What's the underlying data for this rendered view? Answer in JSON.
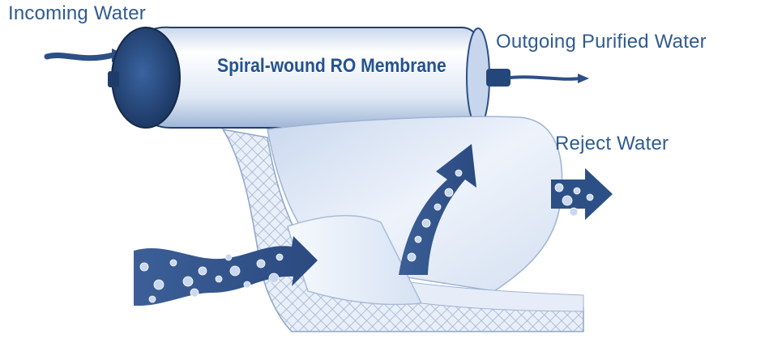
{
  "labels": {
    "incoming_water": "Incoming Water",
    "outgoing_purified_water": "Outgoing Purified Water",
    "reject_water": "Reject Water",
    "membrane": "Spiral-wound RO Membrane"
  },
  "colors": {
    "label_text": "#2f5b8f",
    "membrane_text": "#23538f",
    "cylinder_cap": "#24477a",
    "cylinder_body_light": "#eaf1fb",
    "flow_arrow_dark": "#2c4f86",
    "sheet_light": "#dbe6f5",
    "particle": "#c9d8ee"
  },
  "icons": {
    "feed_flow": "wavy-arrow-right",
    "permeate_flow": "arrow-right",
    "reject_flow": "arrow-right",
    "upflow": "curved-arrow-up"
  }
}
